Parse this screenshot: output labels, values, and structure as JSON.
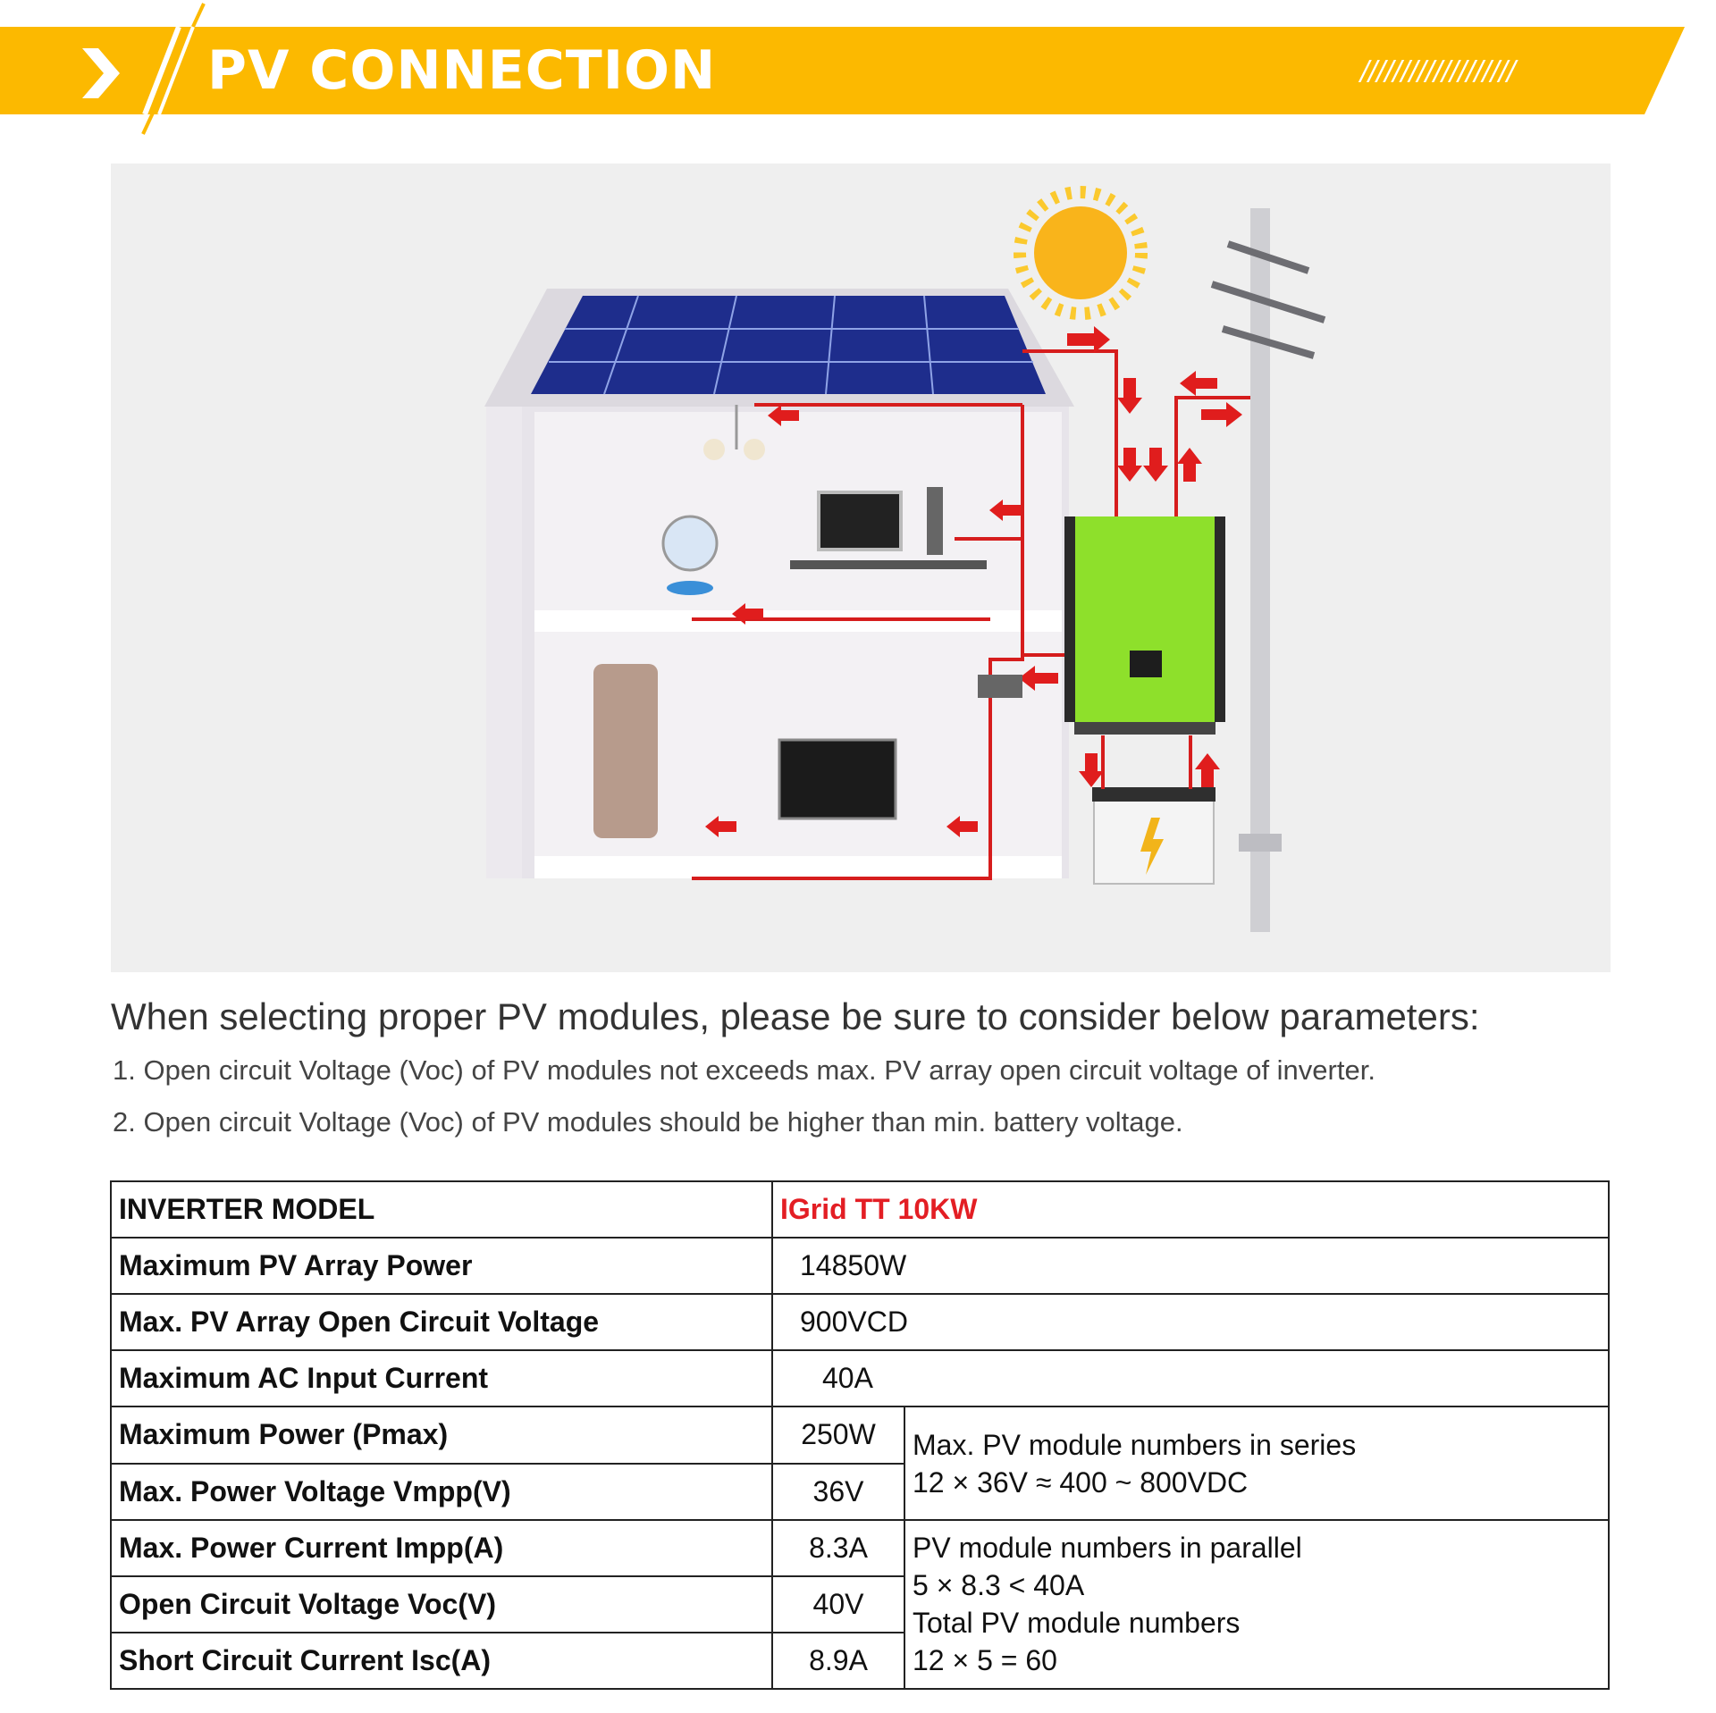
{
  "header": {
    "title": "PV CONNECTION",
    "slashes": "///////////////////",
    "accent_color": "#fcb900"
  },
  "intro": {
    "heading": "When selecting proper PV modules, please be sure to consider below parameters:",
    "items": [
      "1. Open circuit Voltage (Voc) of PV modules not exceeds max. PV array open circuit voltage of inverter.",
      "2. Open circuit Voltage (Voc) of PV modules should be higher than min. battery voltage."
    ]
  },
  "specs": {
    "model_label": "INVERTER MODEL",
    "model_value": "IGrid TT 10KW",
    "model_color": "#e31e24",
    "rows": [
      {
        "label": "Maximum PV Array Power",
        "value": "14850W"
      },
      {
        "label": "Max. PV Array Open Circuit Voltage",
        "value": "900VCD"
      },
      {
        "label": "Maximum AC Input Current",
        "value": "40A"
      },
      {
        "label": "Maximum Power (Pmax)",
        "value": "250W"
      },
      {
        "label": "Max. Power Voltage Vmpp(V)",
        "value": "36V"
      },
      {
        "label": "Max. Power Current Impp(A)",
        "value": "8.3A"
      },
      {
        "label": "Open Circuit Voltage Voc(V)",
        "value": "40V"
      },
      {
        "label": "Short Circuit Current Isc(A)",
        "value": "8.9A"
      }
    ],
    "series_note": {
      "line1": "Max. PV module numbers in series",
      "line2": "12 × 36V ≈ 400 ~ 800VDC"
    },
    "parallel_note": {
      "line1": "PV module numbers in parallel",
      "line2": "5 × 8.3 < 40A",
      "line3": "Total PV module numbers",
      "line4": "12 × 5 = 60"
    }
  }
}
